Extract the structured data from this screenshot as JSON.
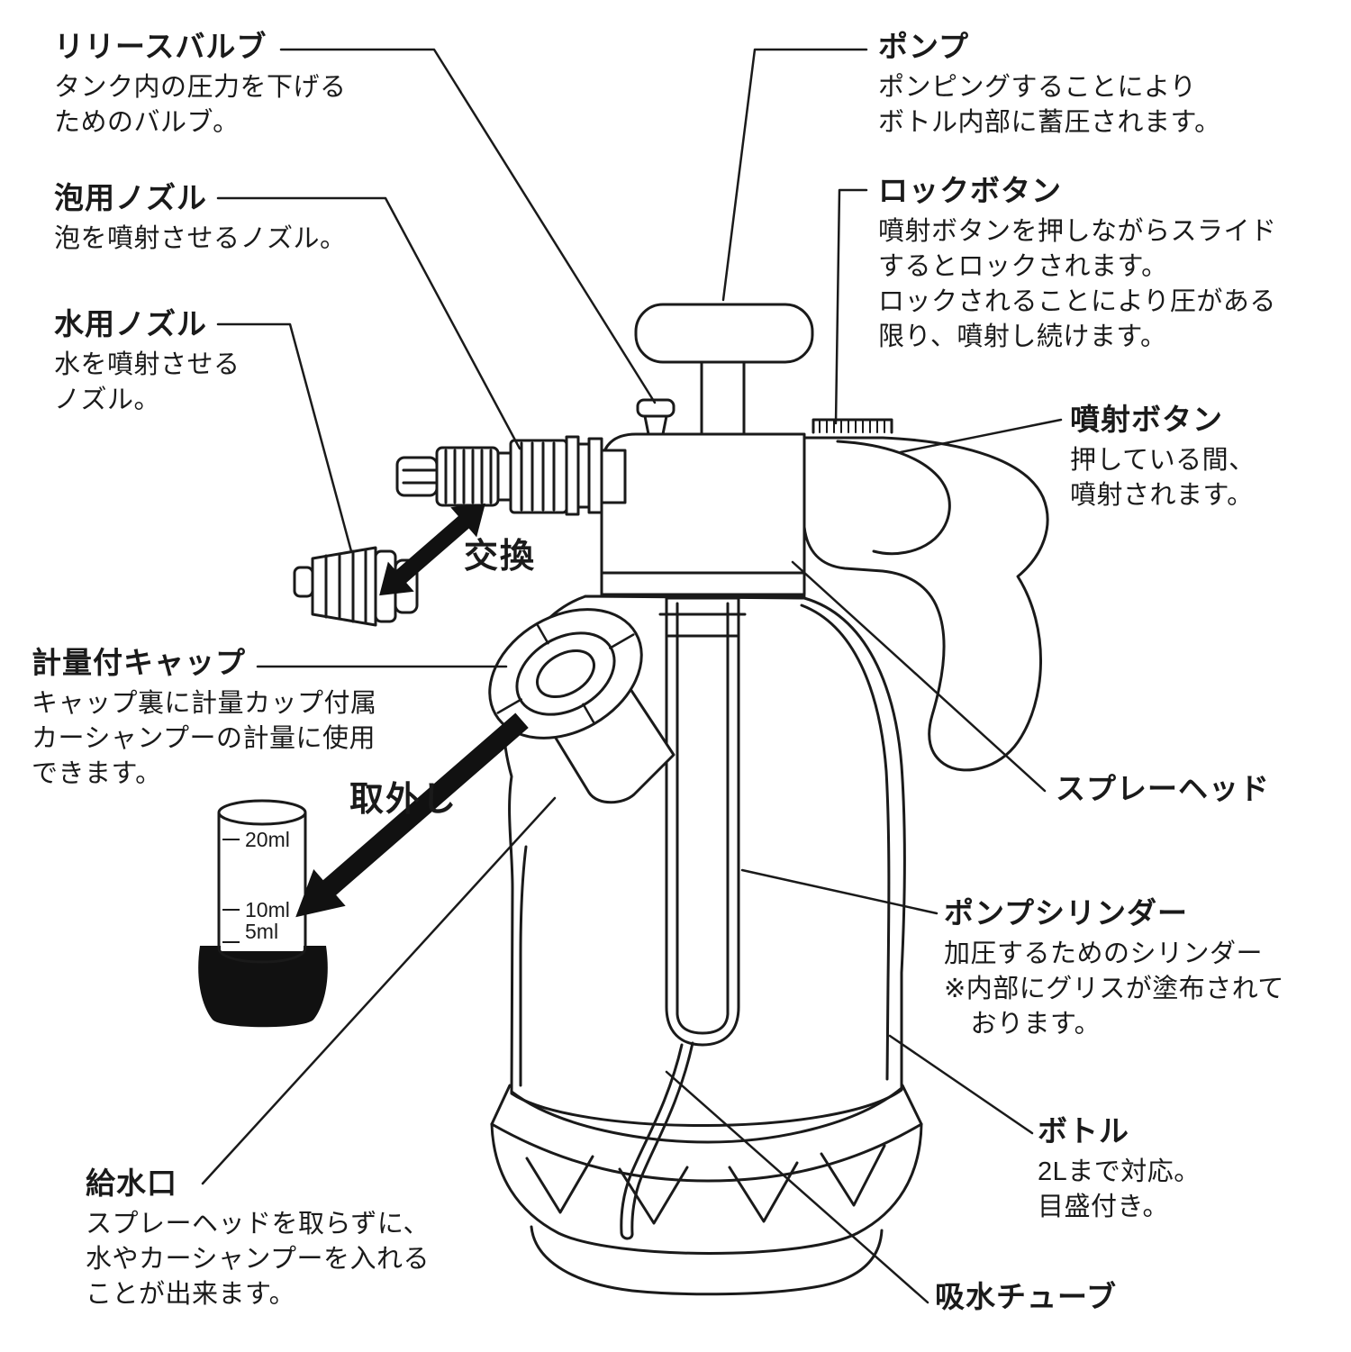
{
  "diagram": {
    "labels": {
      "release_valve": {
        "title": "リリースバルブ",
        "desc": "タンク内の圧力を下げる\nためのバルブ。"
      },
      "foam_nozzle": {
        "title": "泡用ノズル",
        "desc": "泡を噴射させるノズル。"
      },
      "water_nozzle": {
        "title": "水用ノズル",
        "desc": "水を噴射させる\nノズル。"
      },
      "measuring_cap": {
        "title": "計量付キャップ",
        "desc": "キャップ裏に計量カップ付属\nカーシャンプーの計量に使用\nできます。"
      },
      "water_inlet": {
        "title": "給水口",
        "desc": "スプレーヘッドを取らずに、\n水やカーシャンプーを入れる\nことが出来ます。"
      },
      "pump": {
        "title": "ポンプ",
        "desc": "ポンピングすることにより\nボトル内部に蓄圧されます。"
      },
      "lock_button": {
        "title": "ロックボタン",
        "desc": "噴射ボタンを押しながらスライド\nするとロックされます。\nロックされることにより圧がある\n限り、噴射し続けます。"
      },
      "spray_button": {
        "title": "噴射ボタン",
        "desc": "押している間、\n噴射されます。"
      },
      "spray_head": {
        "title": "スプレーヘッド"
      },
      "pump_cylinder": {
        "title": "ポンプシリンダー",
        "desc": "加圧するためのシリンダー\n※内部にグリスが塗布されて\n　おります。"
      },
      "bottle": {
        "title": "ボトル",
        "desc": "2Lまで対応。\n目盛付き。"
      },
      "suction_tube": {
        "title": "吸水チューブ"
      }
    },
    "actions": {
      "exchange": "交換",
      "removal": "取外し"
    },
    "cup_marks": {
      "m20": "20ml",
      "m10": "10ml",
      "m5": "5ml"
    },
    "colors": {
      "line": "#1a1a1a",
      "background": "#ffffff",
      "arrow": "#111111"
    }
  }
}
